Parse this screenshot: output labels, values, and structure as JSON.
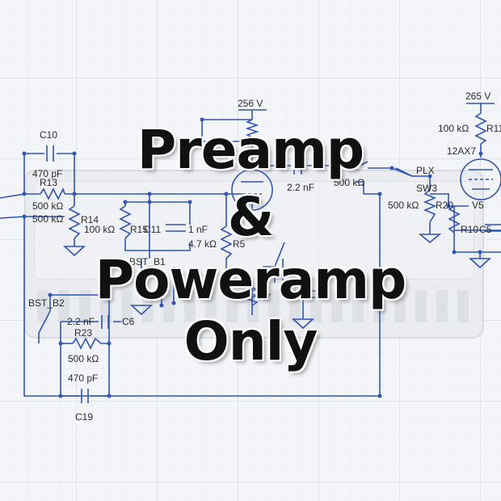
{
  "title": {
    "line1": "Preamp",
    "line2": "&",
    "line3": "Poweramp",
    "line4": "Only"
  },
  "schematic": {
    "voltages": {
      "v256": "256 V",
      "v265": "265 V"
    },
    "components": {
      "c10": "C10",
      "c10_val": "470 pF",
      "r13": "R13",
      "r13_val": "500 kΩ",
      "r14_val": "500 kΩ",
      "r14": "R14",
      "r15_val": "100 kΩ",
      "r15": "R15",
      "c11": "C11",
      "c11_val": "1 nF",
      "r5_val": "4.7 kΩ",
      "r5": "R5",
      "r7": "R7",
      "c_mid_val": "2.2 nF",
      "r_mid_val": "500 kΩ",
      "plx": "PLX",
      "sw3": "SW3",
      "r20_val": "500 kΩ",
      "r20": "R20",
      "v5": "V5",
      "r10": "R10",
      "c5": "C5",
      "r11_val": "100 kΩ",
      "r11": "R11",
      "tube": "12AX7",
      "bst_b1": "BST_B1",
      "bst_b2": "BST_B2",
      "c6_val": "2.2 nF",
      "c6": "C6",
      "r23": "R23",
      "r23_val": "500 kΩ",
      "c19_val": "470 pF",
      "c19": "C19"
    }
  }
}
